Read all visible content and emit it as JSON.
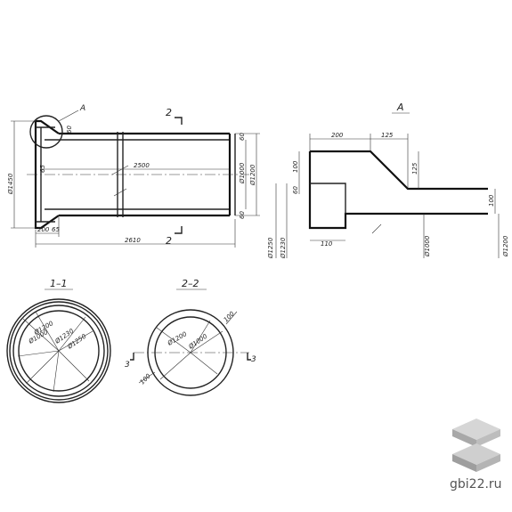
{
  "views": {
    "detail_a_label": "A",
    "detail_a_title": "A",
    "section_2_mark_top": "2",
    "section_2_mark_bottom": "2",
    "section_1_title": "1–1",
    "section_2_title": "2–2",
    "section_3_mark_left": "3",
    "section_3_mark_right": "3"
  },
  "dims_main": {
    "outer_diameter": "Ø1450",
    "inner_length": "2500",
    "total_length": "2610",
    "bell_length": "200",
    "bell_offset": "65",
    "d_inner": "Ø1000",
    "d_outer": "Ø1200",
    "wall_top": "60",
    "wall_bottom": "60",
    "bell_wall": "60",
    "socket_gap": "65"
  },
  "dims_detail": {
    "top_200": "200",
    "top_125": "125",
    "side_125": "125",
    "left_100": "100",
    "left_60": "60",
    "bottom_110": "110",
    "right_100": "100",
    "d_1250": "Ø1250",
    "d_1230": "Ø1230",
    "d_1000": "Ø1000",
    "d_1200": "Ø1200"
  },
  "dims_sec1": {
    "d_1000": "Ø1000",
    "d_1200": "Ø1200",
    "d_1230": "Ø1230",
    "d_1250": "Ø1250"
  },
  "dims_sec2": {
    "d_1200": "Ø1200",
    "d_1000": "Ø1000",
    "wall_top": "100",
    "wall_bottom": "100"
  },
  "watermark": {
    "site": "gbi22.ru"
  }
}
